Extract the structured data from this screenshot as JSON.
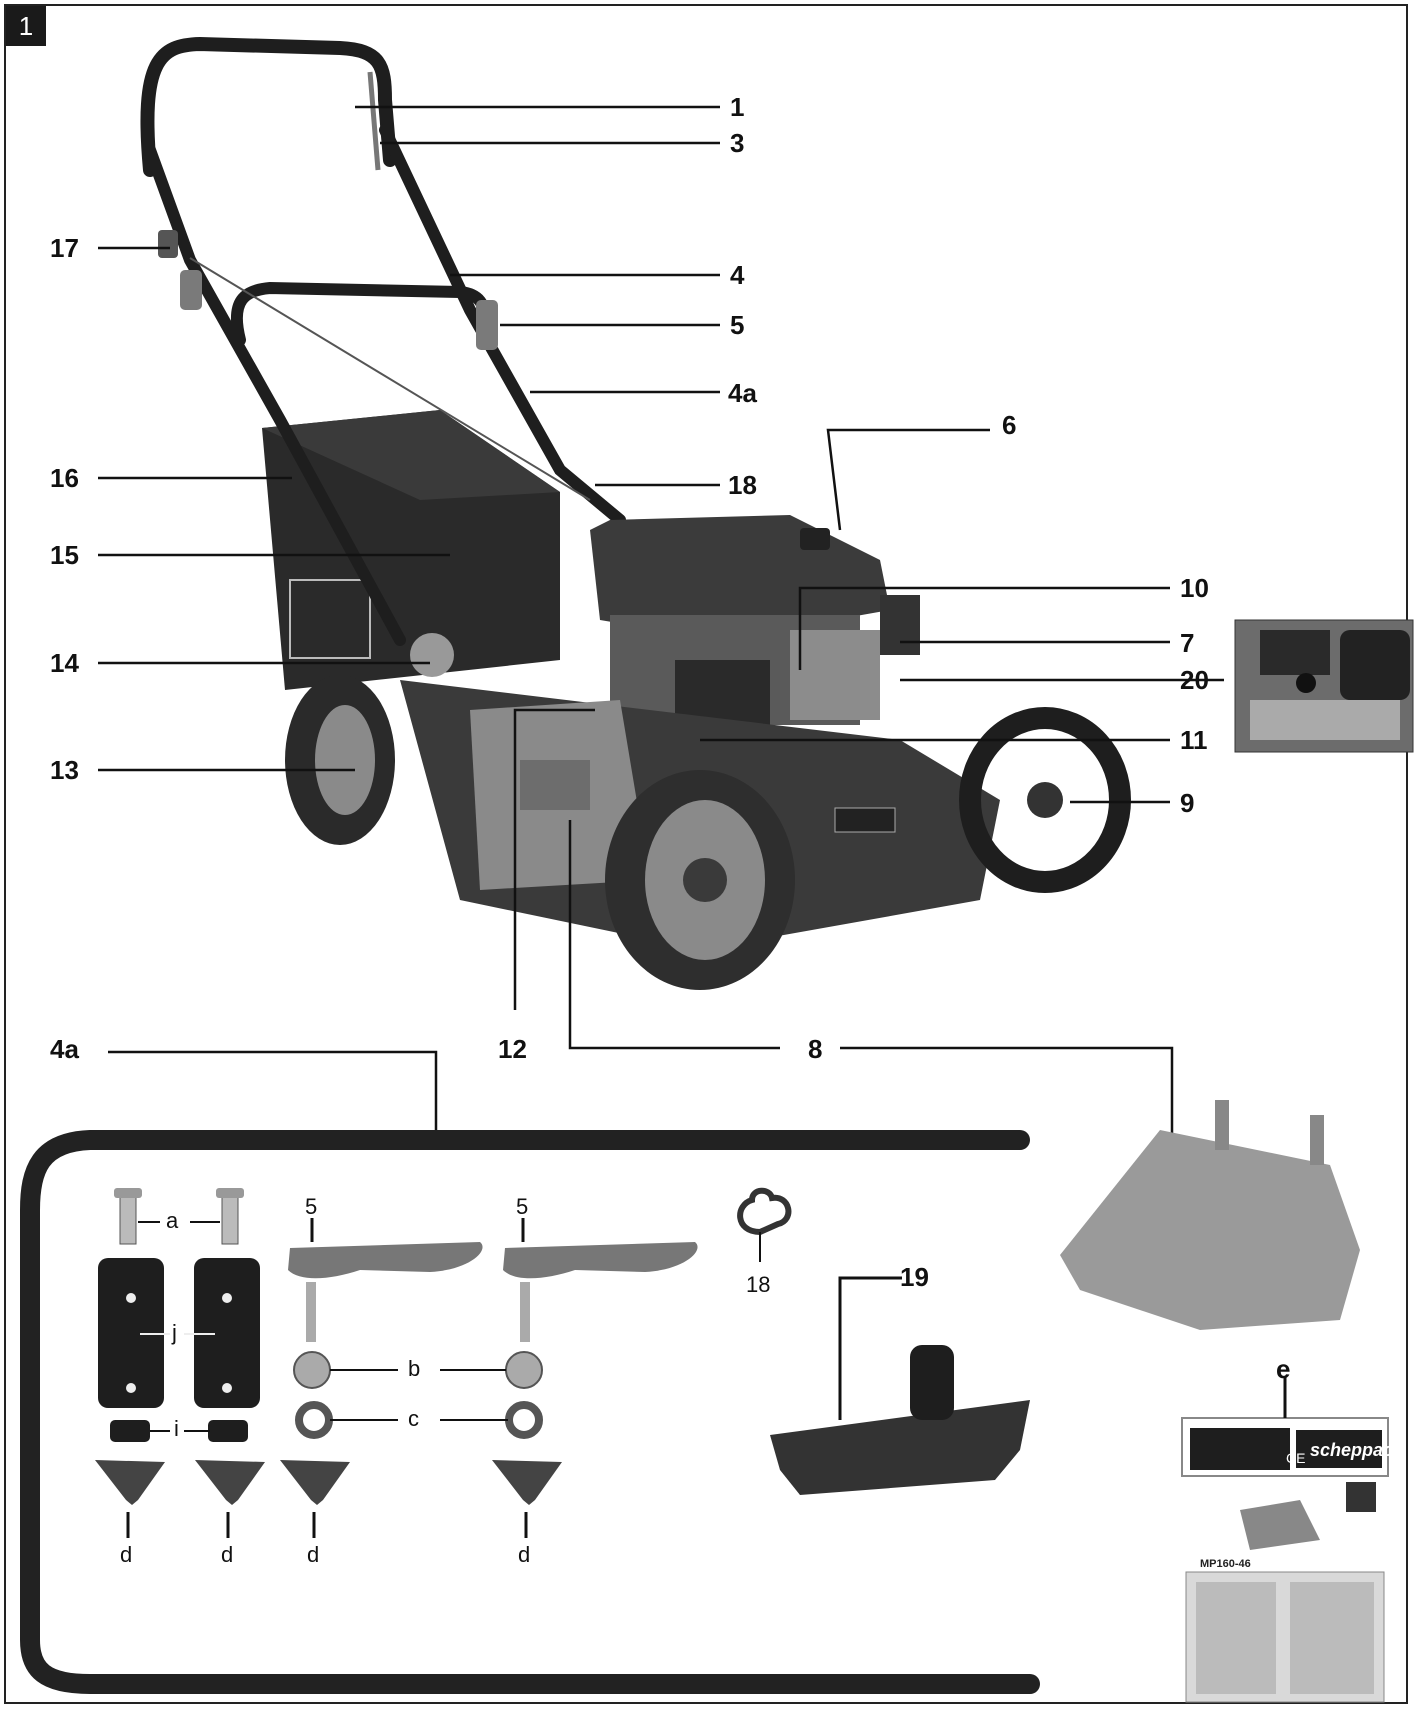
{
  "figure": {
    "number": "1"
  },
  "callouts": {
    "c1": "1",
    "c3": "3",
    "c4": "4",
    "c5": "5",
    "c4a": "4a",
    "c6": "6",
    "c17": "17",
    "c16": "16",
    "c15": "15",
    "c18": "18",
    "c10": "10",
    "c7": "7",
    "c20": "20",
    "c14": "14",
    "c11": "11",
    "c13": "13",
    "c9": "9",
    "c12": "12",
    "c8": "8",
    "c4a_parts": "4a",
    "c19": "19",
    "ce": "e"
  },
  "parts": {
    "a": "a",
    "j": "j",
    "i": "i",
    "b": "b",
    "c": "c",
    "d1": "d",
    "d2": "d",
    "d3": "d",
    "d4": "d",
    "p5_left": "5",
    "p5_right": "5",
    "p18": "18"
  },
  "brand": {
    "name": "scheppach",
    "ce_mark": "CE",
    "model": "MP160-46"
  }
}
